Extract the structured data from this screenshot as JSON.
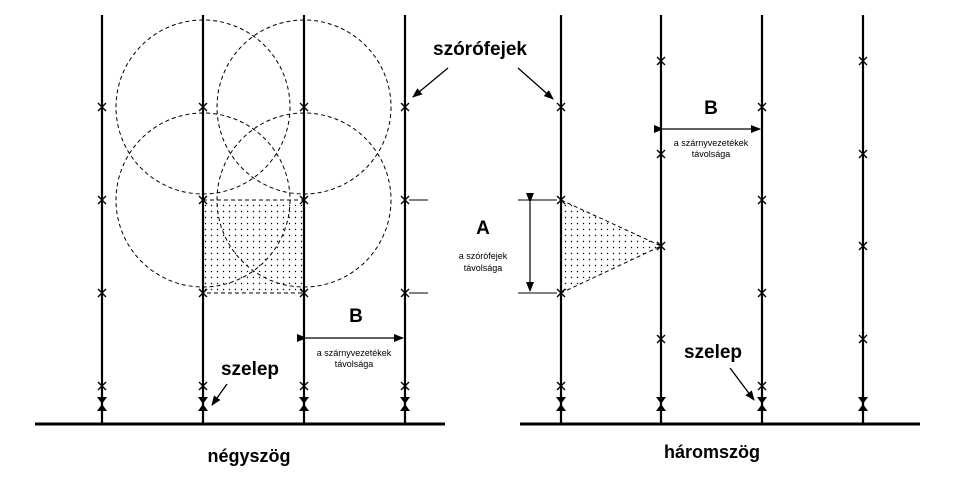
{
  "colors": {
    "ink": "#000000",
    "background": "#ffffff"
  },
  "labels": {
    "sprinkler_heads": "szórófejek",
    "valve_left": "szelep",
    "valve_right": "szelep",
    "b_left": "B",
    "b_right": "B",
    "a": "A",
    "lateral_spacing_left_line1": "a szárnyvezetékek",
    "lateral_spacing_left_line2": "távolsága",
    "lateral_spacing_right_line1": "a szárnyvezetékek",
    "lateral_spacing_right_line2": "távolsága",
    "head_spacing_line1": "a szórófejek",
    "head_spacing_line2": "távolsága",
    "square_caption": "négyszög",
    "triangle_caption": "háromszög"
  },
  "icons": {
    "sprinkler_marker": "x-mark",
    "valve_symbol": "valve-bowtie-icon",
    "arrow": "arrow-icon"
  }
}
